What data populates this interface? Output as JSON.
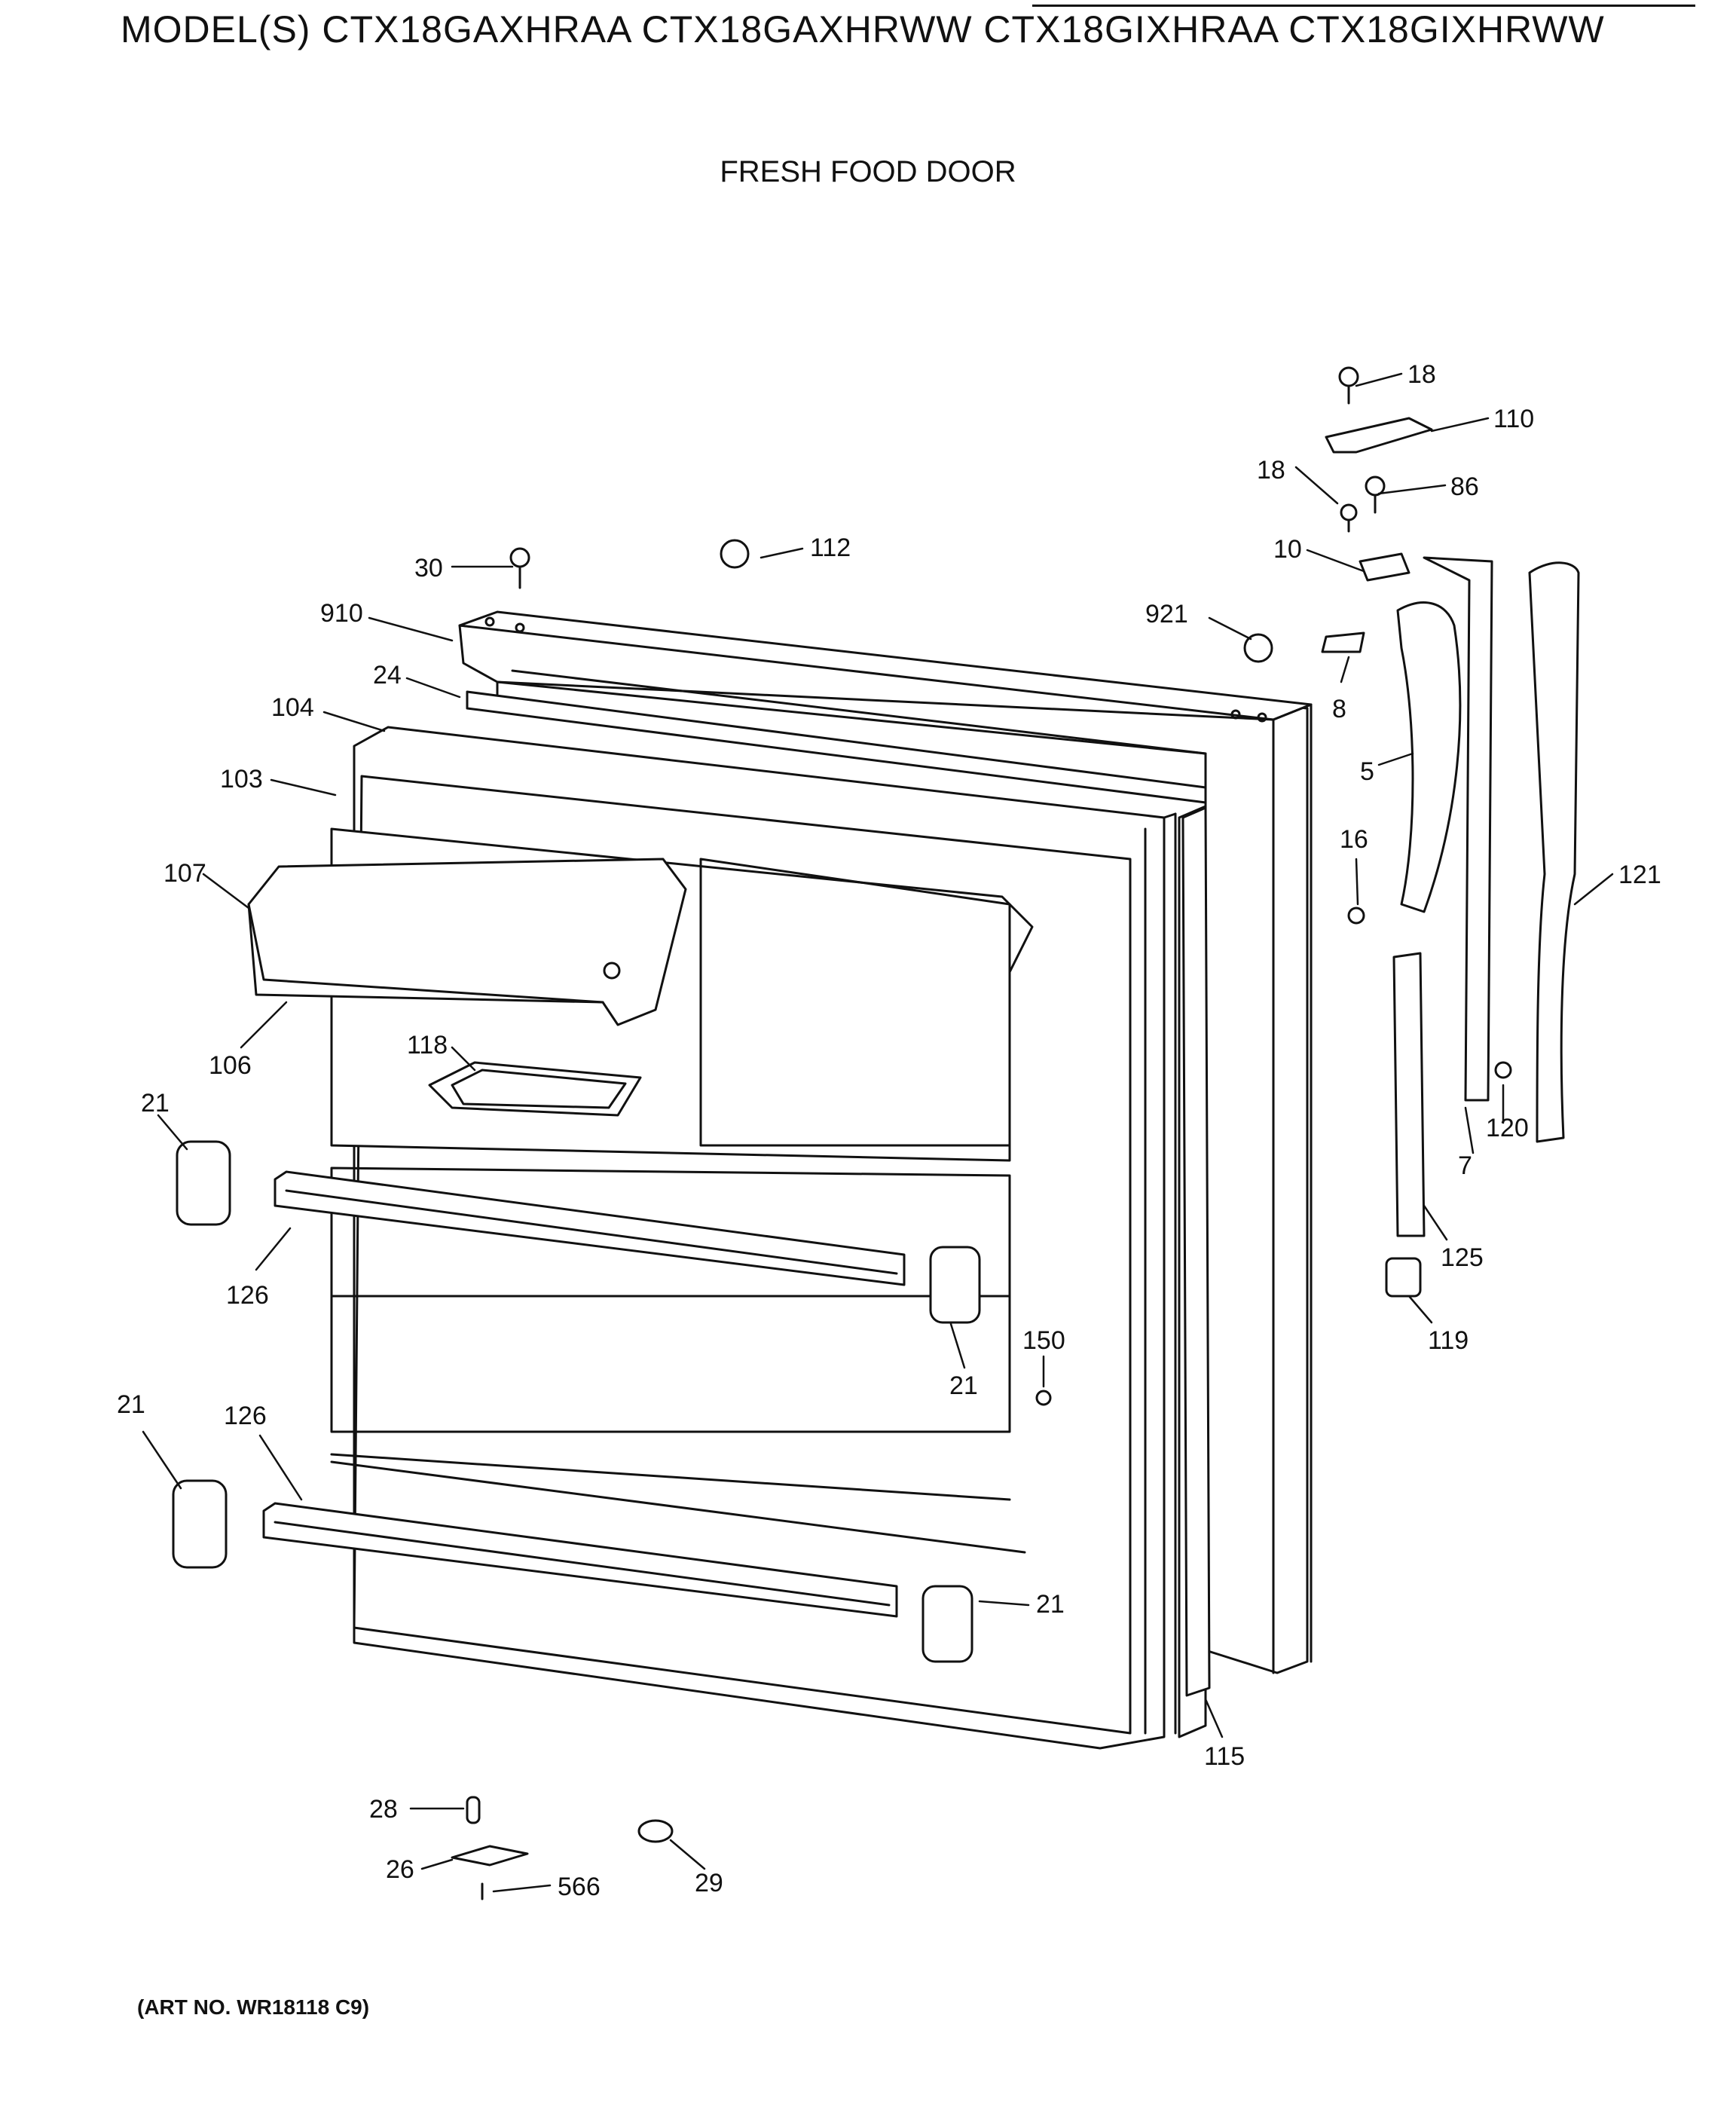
{
  "header": {
    "models": "MODEL(S) CTX18GAXHRAA  CTX18GAXHRWW  CTX18GIXHRAA  CTX18GIXHRWW",
    "subtitle": "FRESH FOOD DOOR"
  },
  "footer": {
    "art_number": "(ART NO. WR18118 C9)"
  },
  "callouts": [
    {
      "id": "c18a",
      "text": "18"
    },
    {
      "id": "c110",
      "text": "110"
    },
    {
      "id": "c18b",
      "text": "18"
    },
    {
      "id": "c86",
      "text": "86"
    },
    {
      "id": "c10",
      "text": "10"
    },
    {
      "id": "c921",
      "text": "921"
    },
    {
      "id": "c8",
      "text": "8"
    },
    {
      "id": "c5",
      "text": "5"
    },
    {
      "id": "c16",
      "text": "16"
    },
    {
      "id": "c121",
      "text": "121"
    },
    {
      "id": "c120",
      "text": "120"
    },
    {
      "id": "c7",
      "text": "7"
    },
    {
      "id": "c125",
      "text": "125"
    },
    {
      "id": "c119",
      "text": "119"
    },
    {
      "id": "c30",
      "text": "30"
    },
    {
      "id": "c112",
      "text": "112"
    },
    {
      "id": "c910",
      "text": "910"
    },
    {
      "id": "c24",
      "text": "24"
    },
    {
      "id": "c104",
      "text": "104"
    },
    {
      "id": "c103",
      "text": "103"
    },
    {
      "id": "c107",
      "text": "107"
    },
    {
      "id": "c106",
      "text": "106"
    },
    {
      "id": "c118",
      "text": "118"
    },
    {
      "id": "c21a",
      "text": "21"
    },
    {
      "id": "c126a",
      "text": "126"
    },
    {
      "id": "c21b",
      "text": "21"
    },
    {
      "id": "c150",
      "text": "150"
    },
    {
      "id": "c21c",
      "text": "21"
    },
    {
      "id": "c126b",
      "text": "126"
    },
    {
      "id": "c21d",
      "text": "21"
    },
    {
      "id": "c115",
      "text": "115"
    },
    {
      "id": "c28",
      "text": "28"
    },
    {
      "id": "c26",
      "text": "26"
    },
    {
      "id": "c566",
      "text": "566"
    },
    {
      "id": "c29",
      "text": "29"
    }
  ]
}
